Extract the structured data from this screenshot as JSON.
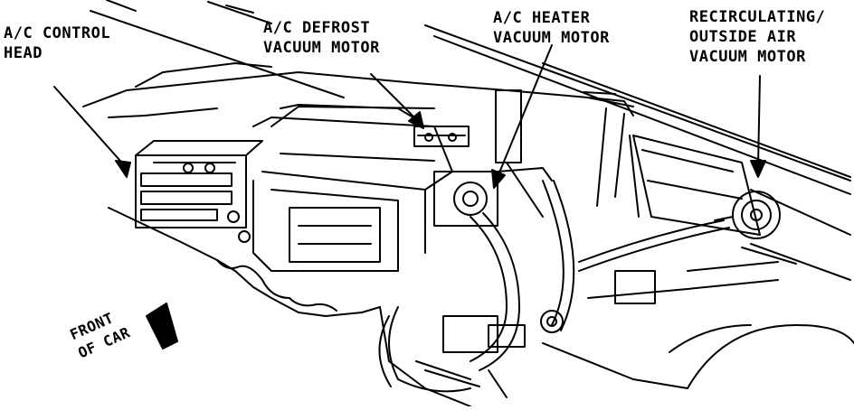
{
  "labels": {
    "ac_control_head": [
      "A/C CONTROL",
      "HEAD"
    ],
    "ac_defrost_vacuum_motor": [
      "A/C DEFROST",
      "VACUUM MOTOR"
    ],
    "ac_heater_vacuum_motor": [
      "A/C HEATER",
      "VACUUM MOTOR"
    ],
    "recirculating_outside_air_vacuum_motor": [
      "RECIRCULATING/",
      "OUTSIDE AIR",
      "VACUUM MOTOR"
    ],
    "front_of_car": [
      "FRONT",
      "OF CAR"
    ]
  },
  "colors": {
    "ink": "#000000",
    "paper": "#ffffff"
  }
}
